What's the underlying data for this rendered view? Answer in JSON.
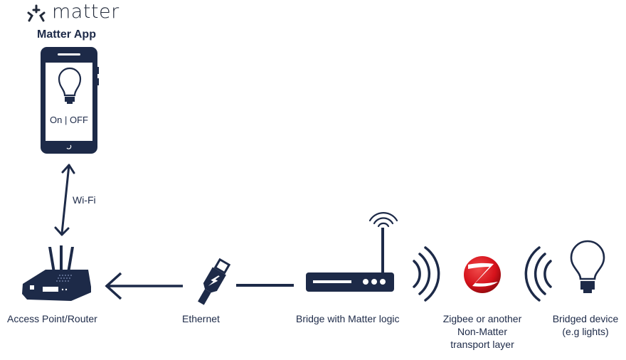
{
  "logo": {
    "brand": "matter",
    "icon": "matter-logo-icon"
  },
  "app": {
    "title": "Matter App",
    "screen_text": "On | OFF"
  },
  "links": {
    "wifi": "Wi-Fi"
  },
  "nodes": {
    "router": "Access Point/Router",
    "ethernet": "Ethernet",
    "bridge": "Bridge with Matter logic",
    "transport_line1": "Zigbee or another",
    "transport_line2": "Non-Matter",
    "transport_line3": "transport layer",
    "device_line1": "Bridged device",
    "device_line2": "(e.g lights)"
  },
  "colors": {
    "primary": "#1d2a48",
    "zigbee": "#d5121b",
    "background": "#ffffff"
  }
}
